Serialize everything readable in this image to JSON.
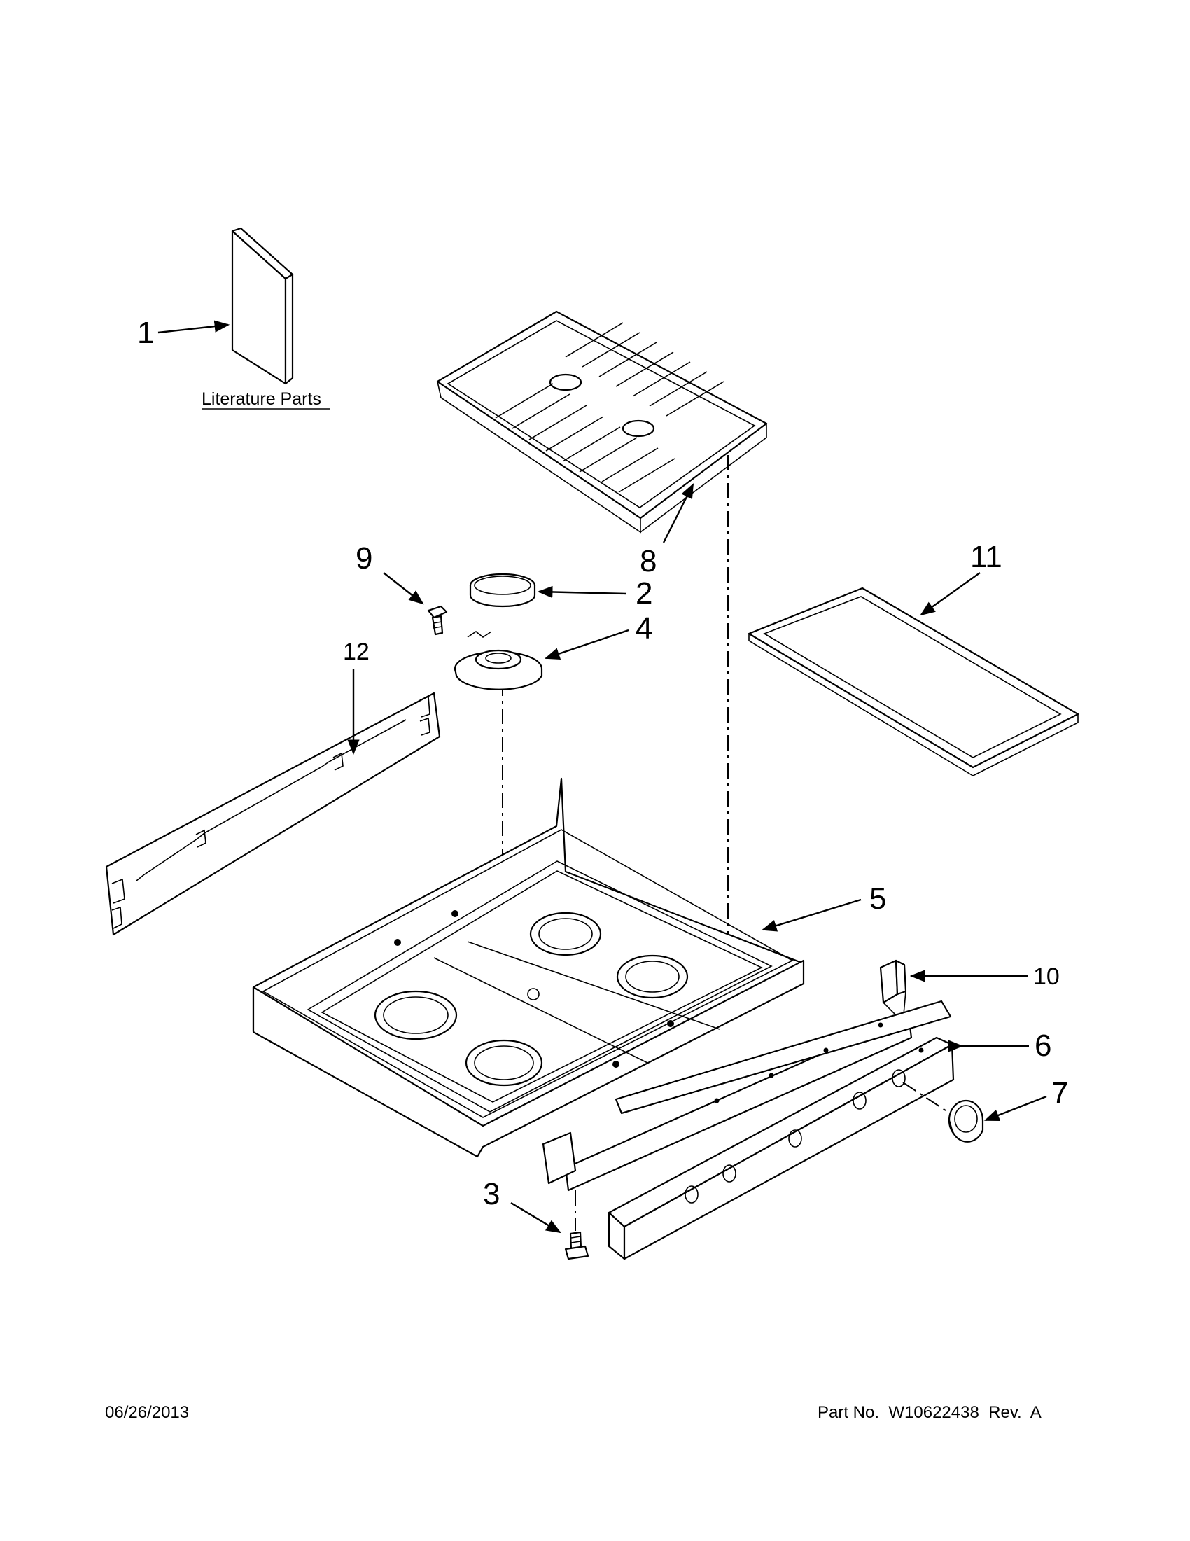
{
  "diagram": {
    "callouts": [
      {
        "label": "1",
        "part": "literature"
      },
      {
        "label": "2",
        "part": "burner-cap"
      },
      {
        "label": "3",
        "part": "screw"
      },
      {
        "label": "4",
        "part": "burner-base"
      },
      {
        "label": "5",
        "part": "cooktop"
      },
      {
        "label": "6",
        "part": "manifold-panel"
      },
      {
        "label": "7",
        "part": "knob"
      },
      {
        "label": "8",
        "part": "grate"
      },
      {
        "label": "9",
        "part": "burner-screw"
      },
      {
        "label": "10",
        "part": "bracket"
      },
      {
        "label": "11",
        "part": "griddle"
      },
      {
        "label": "12",
        "part": "rear-panel"
      }
    ],
    "literature_label": "Literature Parts"
  },
  "footer": {
    "date": "06/26/2013",
    "part_no": "Part No.  W10622438  Rev.  A"
  }
}
